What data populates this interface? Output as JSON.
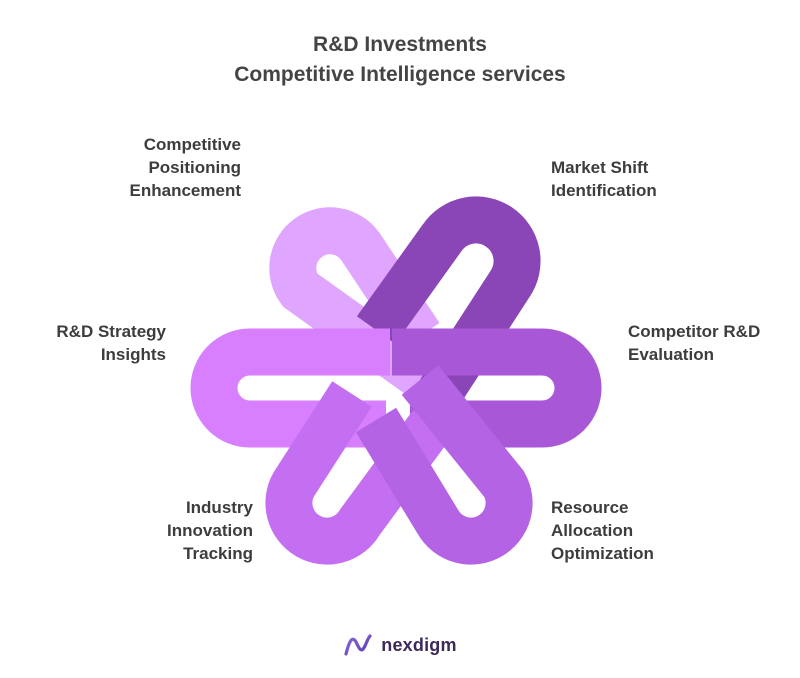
{
  "title": {
    "line1": "R&D Investments",
    "line2": "Competitive Intelligence services"
  },
  "items": [
    {
      "label": "Competitive\nPositioning\nEnhancement",
      "color": "#dfa5ff"
    },
    {
      "label": "Market Shift\nIdentification",
      "color": "#8a45b7"
    },
    {
      "label": "R&D Strategy\nInsights",
      "color": "#d77ffe"
    },
    {
      "label": "Competitor R&D\nEvaluation",
      "color": "#a857d6"
    },
    {
      "label": "Industry\nInnovation\nTracking",
      "color": "#c46ef2"
    },
    {
      "label": "Resource\nAllocation\nOptimization",
      "color": "#b563e5"
    }
  ],
  "brand": {
    "name": "nexdigm",
    "logo_icon": "nexdigm-logo-icon"
  }
}
